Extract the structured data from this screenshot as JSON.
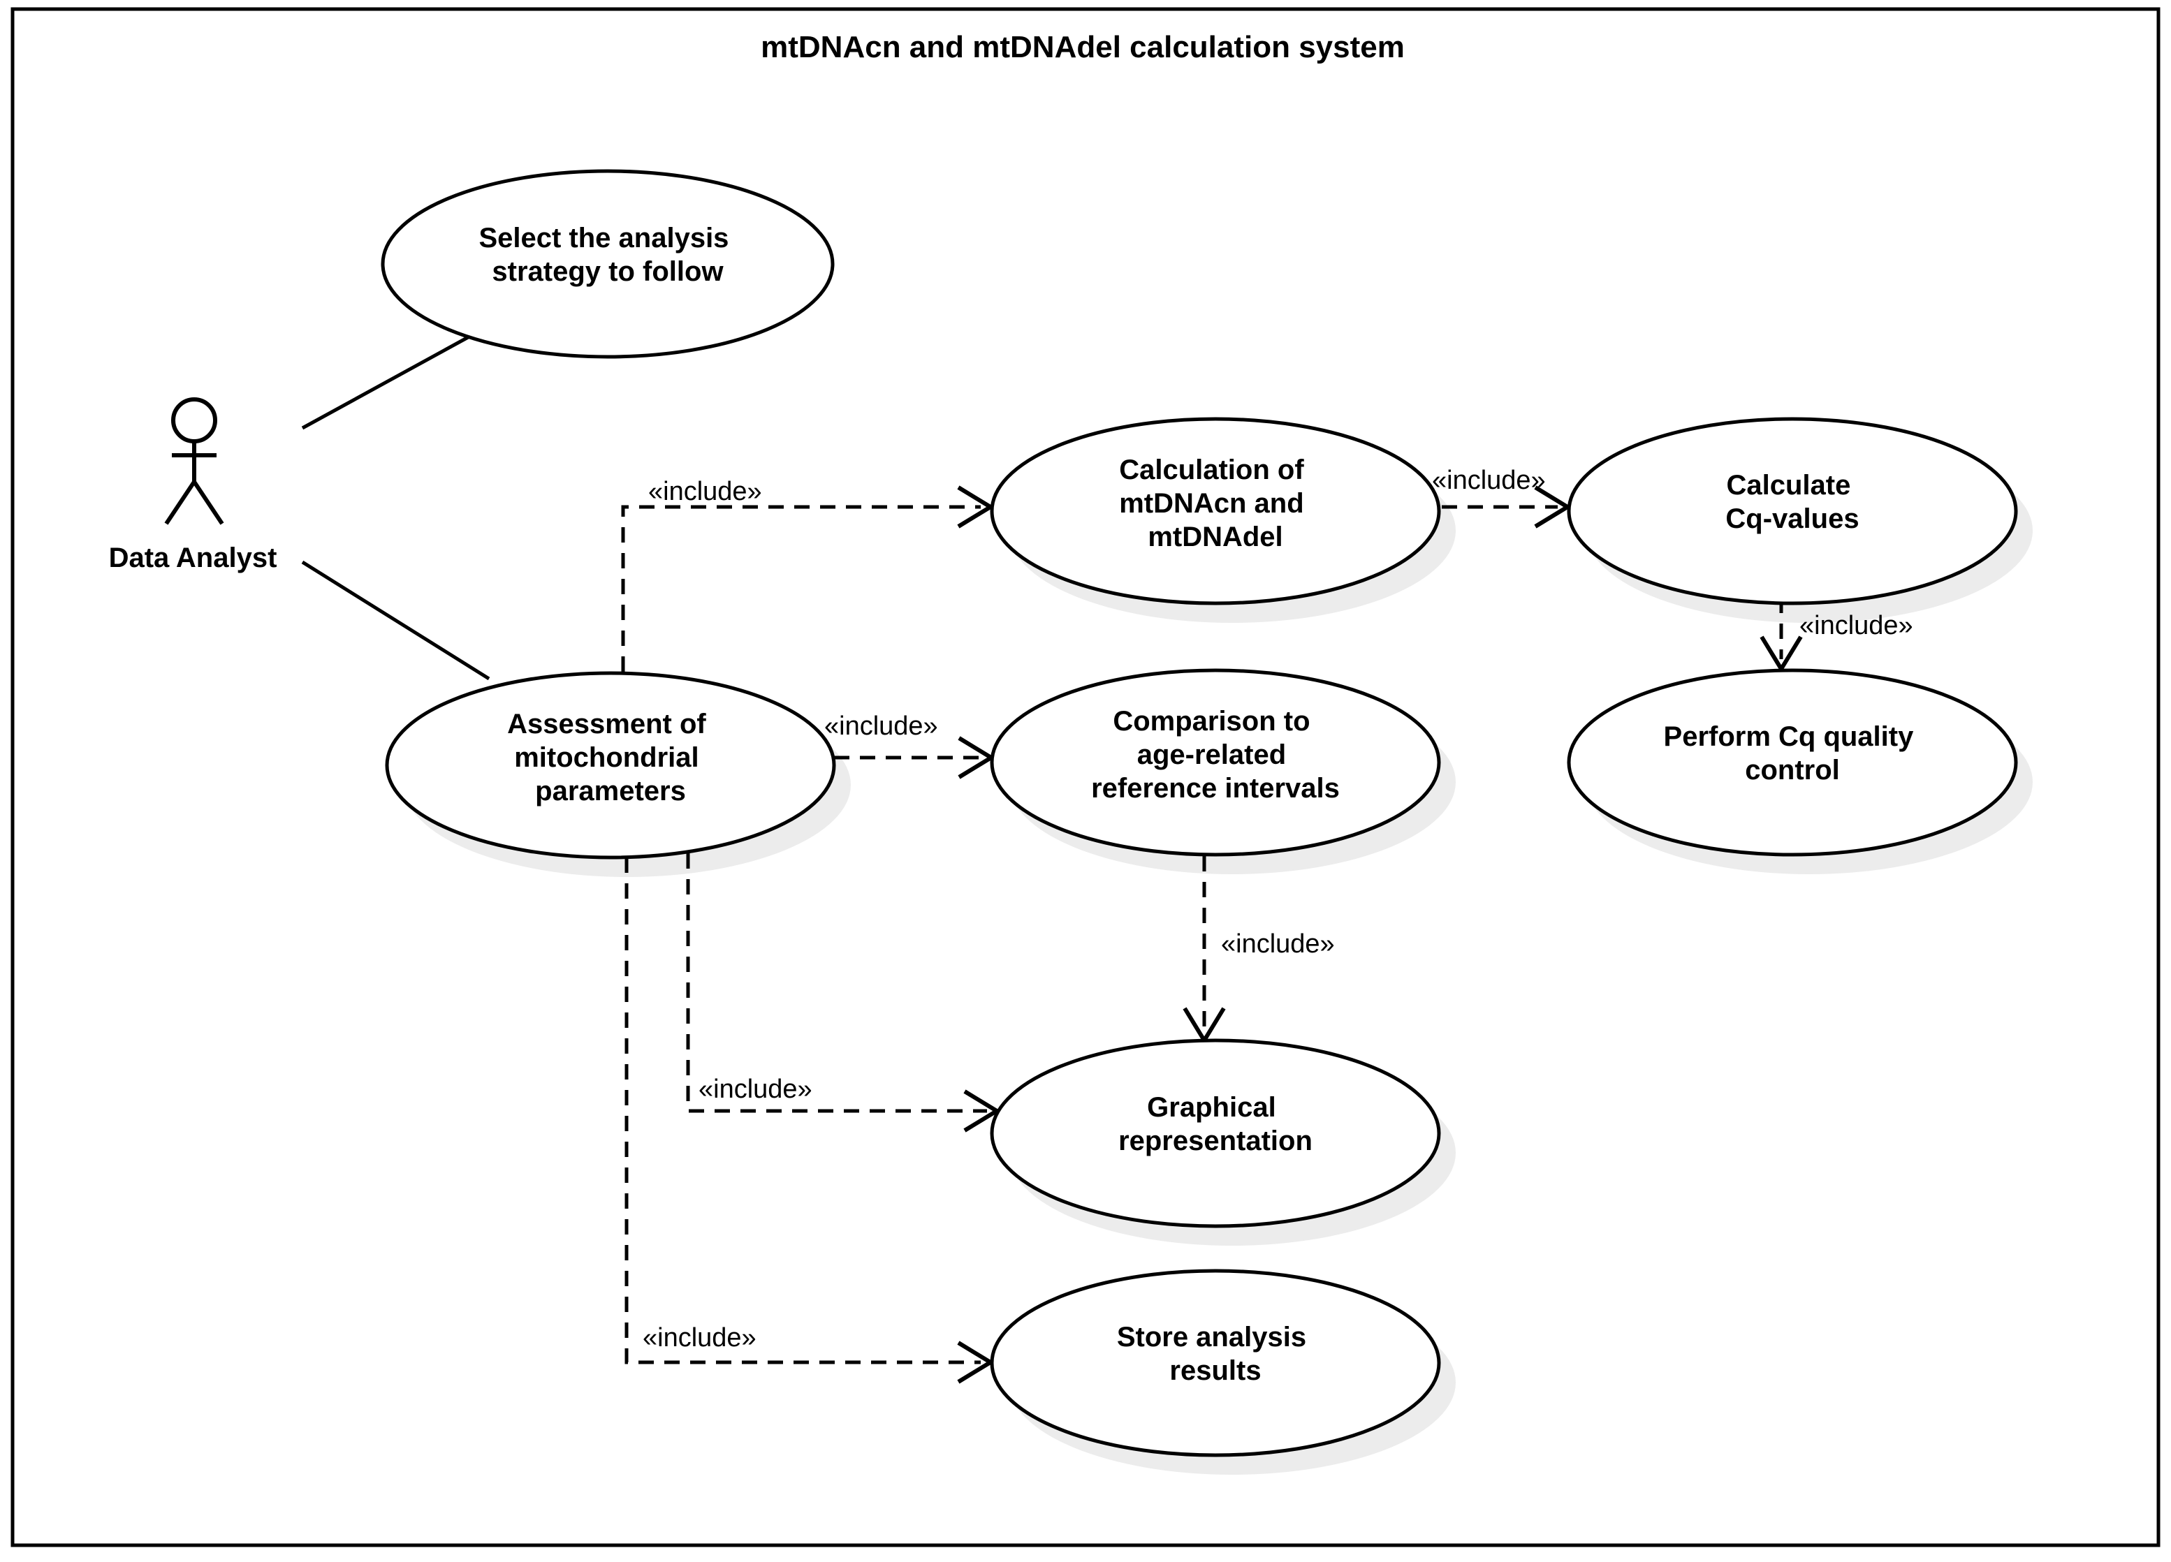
{
  "diagram": {
    "type": "uml-use-case",
    "title": "mtDNAcn and mtDNAdel calculation system",
    "actor": {
      "name": "Data Analyst"
    },
    "use_cases": [
      {
        "id": "select-strategy",
        "label": "Select the analysis strategy to follow",
        "lines": [
          "Select the analysis",
          "strategy to follow"
        ]
      },
      {
        "id": "calc-mtdna",
        "label": "Calculation of mtDNAcn and mtDNAdel",
        "lines": [
          "Calculation of",
          "mtDNAcn and",
          "mtDNAdel"
        ]
      },
      {
        "id": "calc-cq",
        "label": "Calculate Cq-values",
        "lines": [
          "Calculate",
          "Cq-values"
        ]
      },
      {
        "id": "perform-cq-qc",
        "label": "Perform Cq quality control",
        "lines": [
          "Perform Cq quality",
          "control"
        ]
      },
      {
        "id": "assessment",
        "label": "Assessment of mitochondrial parameters",
        "lines": [
          "Assessment of",
          "mitochondrial",
          "parameters"
        ]
      },
      {
        "id": "comparison",
        "label": "Comparison to age-related reference intervals",
        "lines": [
          "Comparison to",
          "age-related",
          "reference intervals"
        ]
      },
      {
        "id": "graphical",
        "label": "Graphical representation",
        "lines": [
          "Graphical",
          "representation"
        ]
      },
      {
        "id": "store-results",
        "label": "Store analysis results",
        "lines": [
          "Store analysis",
          "results"
        ]
      }
    ],
    "relationships": [
      {
        "from": "Data Analyst",
        "to": "Select the analysis strategy to follow",
        "type": "association",
        "label": ""
      },
      {
        "from": "Data Analyst",
        "to": "Assessment of mitochondrial parameters",
        "type": "association",
        "label": ""
      },
      {
        "from": "Assessment of mitochondrial parameters",
        "to": "Calculation of mtDNAcn and mtDNAdel",
        "type": "include",
        "label": "«include»"
      },
      {
        "from": "Calculation of mtDNAcn and mtDNAdel",
        "to": "Calculate Cq-values",
        "type": "include",
        "label": "«include»"
      },
      {
        "from": "Calculate Cq-values",
        "to": "Perform Cq quality control",
        "type": "include",
        "label": "«include»"
      },
      {
        "from": "Assessment of mitochondrial parameters",
        "to": "Comparison to age-related reference intervals",
        "type": "include",
        "label": "«include»"
      },
      {
        "from": "Comparison to age-related reference intervals",
        "to": "Graphical representation",
        "type": "include",
        "label": "«include»"
      },
      {
        "from": "Assessment of mitochondrial parameters",
        "to": "Graphical representation",
        "type": "include",
        "label": "«include»"
      },
      {
        "from": "Assessment of mitochondrial parameters",
        "to": "Store analysis results",
        "type": "include",
        "label": "«include»"
      }
    ],
    "colors": {
      "stroke": "#000000",
      "background": "#ffffff",
      "shadow": "#ececec"
    }
  }
}
